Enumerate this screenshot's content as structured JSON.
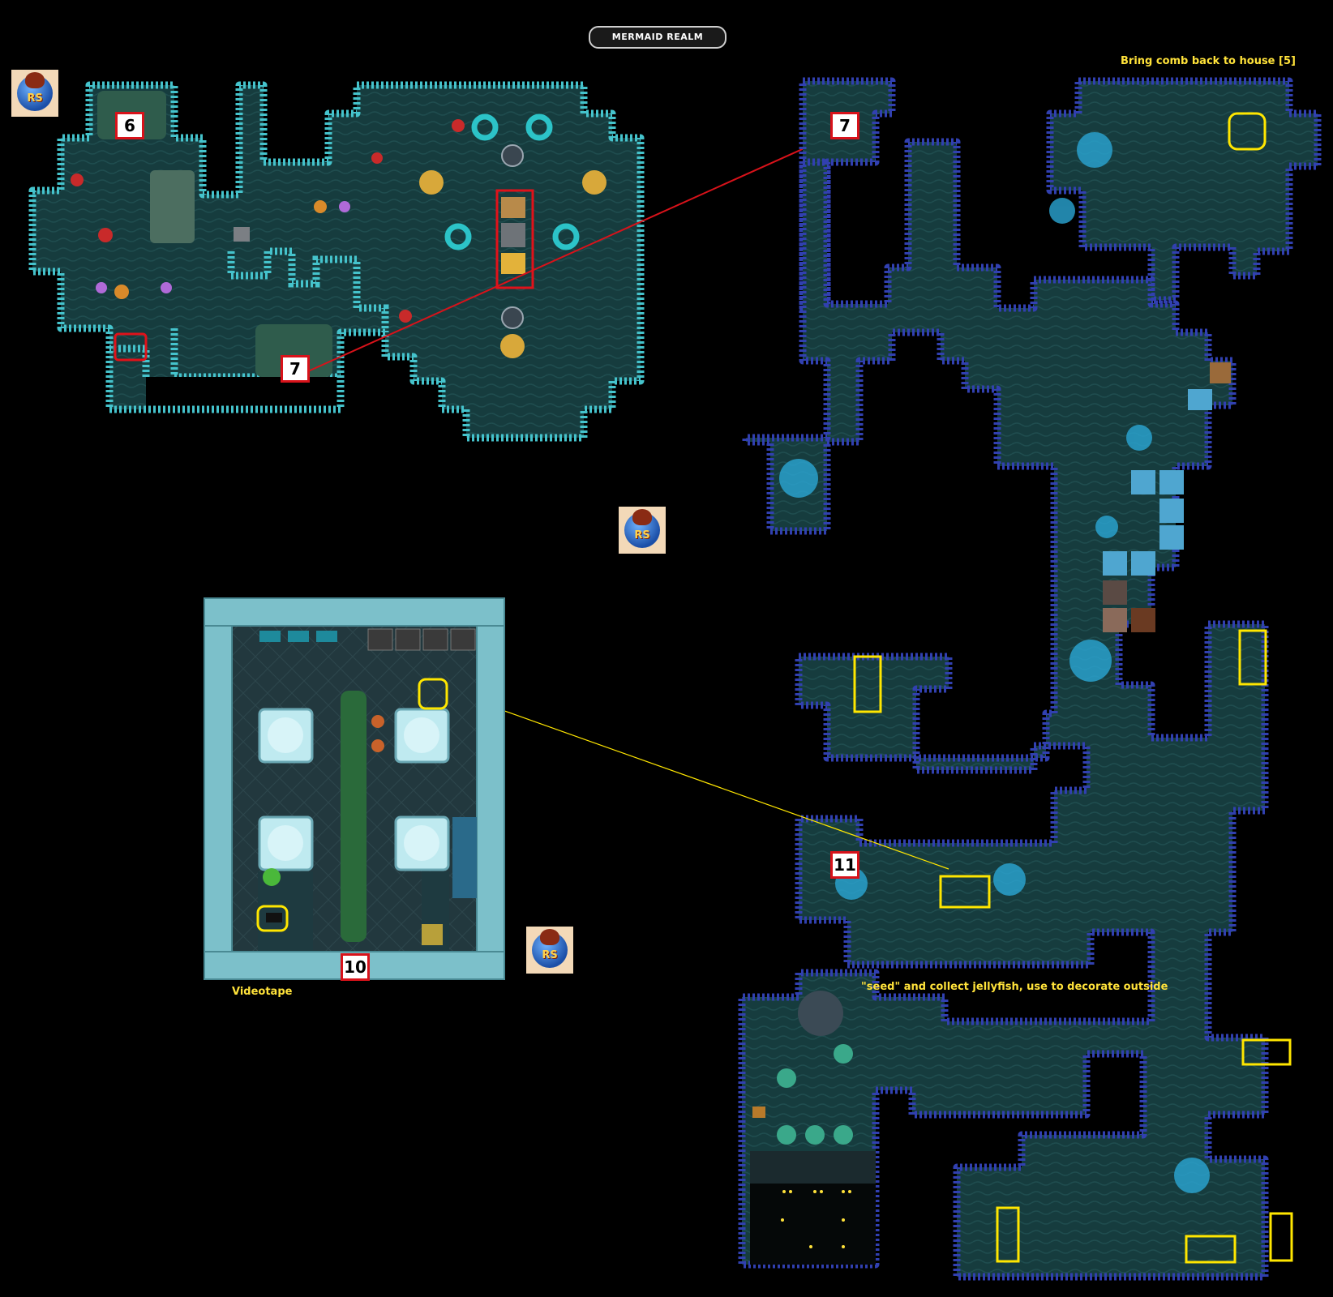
{
  "map_title": "MERMAID REALM",
  "notes": {
    "comb": "Bring comb back to house [5]",
    "seed": "\"seed\"  and collect jellyfish, use to decorate outside",
    "videotape": "Videotape"
  },
  "markers": {
    "m6": "6",
    "m7a": "7",
    "m7b": "7",
    "m10": "10",
    "m11": "11"
  },
  "logo_text": "RS",
  "colors": {
    "cave_wall_teal": "#3fb8c0",
    "cave_wall_blue": "#3346b8",
    "floor": "#163c3e",
    "highlight_yellow": "#ffe600",
    "highlight_red": "#e0121a"
  }
}
